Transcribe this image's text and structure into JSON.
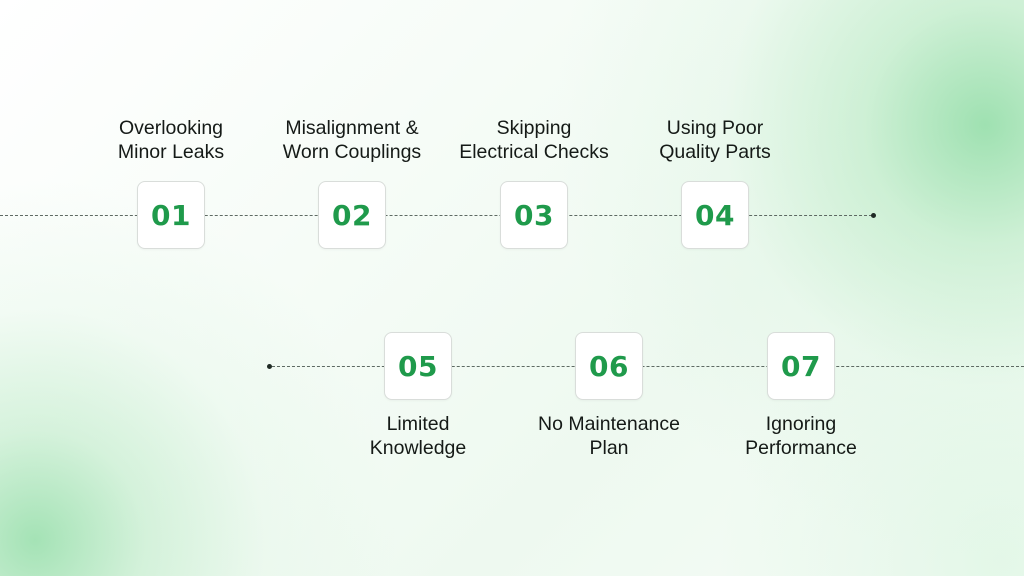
{
  "steps": [
    {
      "number": "01",
      "label": [
        "Overlooking",
        "Minor Leaks"
      ]
    },
    {
      "number": "02",
      "label": [
        "Misalignment &",
        "Worn Couplings"
      ]
    },
    {
      "number": "03",
      "label": [
        "Skipping",
        "Electrical Checks"
      ]
    },
    {
      "number": "04",
      "label": [
        "Using Poor",
        "Quality Parts"
      ]
    },
    {
      "number": "05",
      "label": [
        "Limited",
        "Knowledge"
      ]
    },
    {
      "number": "06",
      "label": [
        "No Maintenance",
        "Plan"
      ]
    },
    {
      "number": "07",
      "label": [
        "Ignoring",
        "Performance"
      ]
    }
  ],
  "colors": {
    "number": "#1f9a4b",
    "text": "#151a17",
    "line": "#5e6a63",
    "box_border": "#d9ddda"
  }
}
